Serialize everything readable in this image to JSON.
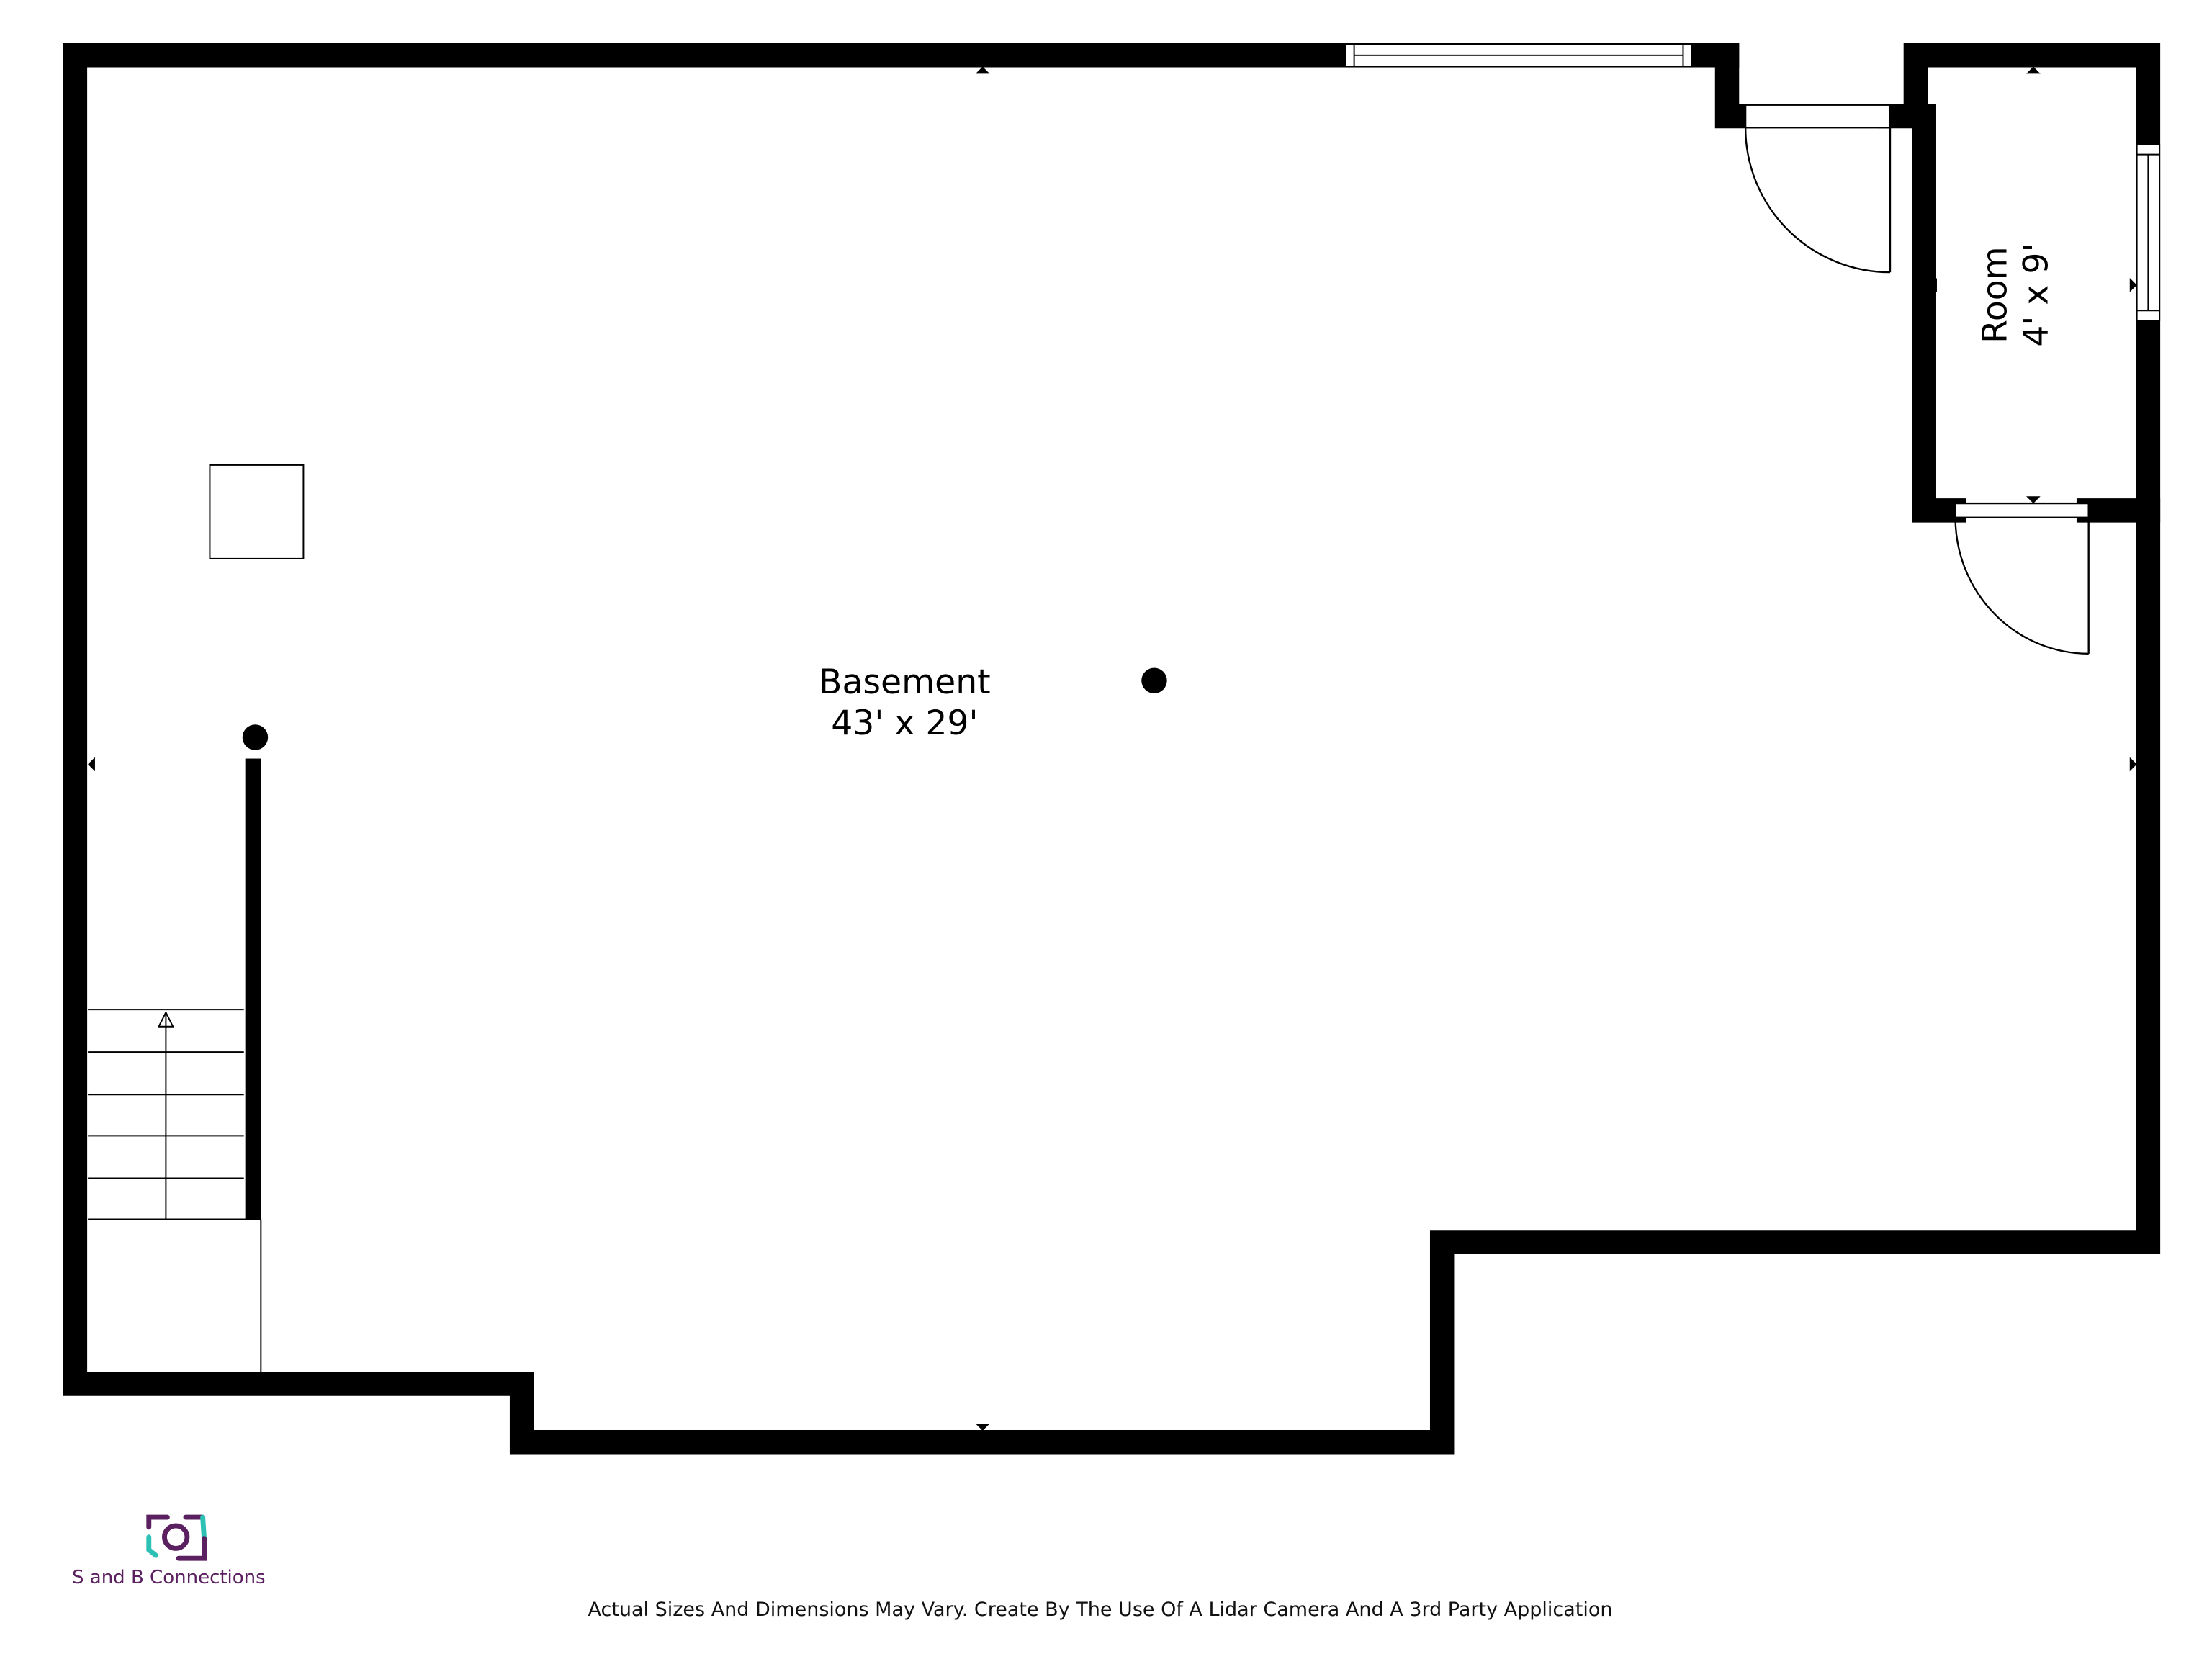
{
  "rooms": [
    {
      "name": "Basement",
      "dimensions": "43' x 29'"
    },
    {
      "name": "Room",
      "dimensions": "4' x 9'"
    }
  ],
  "brand": {
    "name": "S and B Connections",
    "primary_color": "#5a2060",
    "accent_color": "#2cc1b4"
  },
  "footer": {
    "disclaimer": "Actual Sizes And Dimensions May Vary. Create By The Use Of A Lidar Camera And A 3rd Party Application"
  }
}
